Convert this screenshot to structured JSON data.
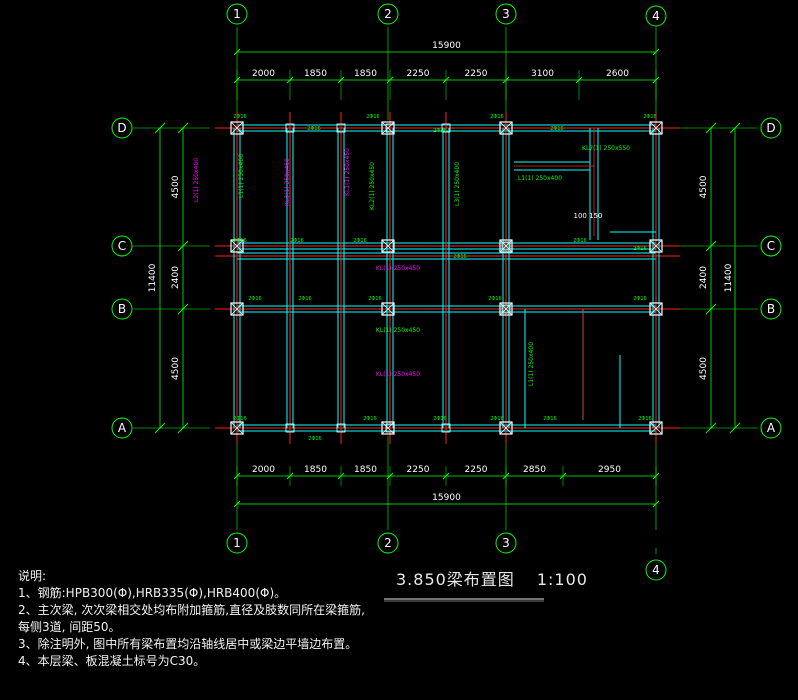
{
  "drawing": {
    "title": "3.850梁布置图",
    "scale": "1:100",
    "axes_x": [
      "1",
      "2",
      "3",
      "4"
    ],
    "axes_y": [
      "D",
      "C",
      "B",
      "A"
    ],
    "top_total": "15900",
    "top_dims": [
      "2000",
      "1850",
      "1850",
      "2250",
      "2250",
      "3100",
      "2600"
    ],
    "bottom_total": "15900",
    "bottom_dims": [
      "2000",
      "1850",
      "1850",
      "2250",
      "2250",
      "2850",
      "2950"
    ],
    "left_dims": [
      "4500",
      "2400",
      "4500"
    ],
    "left_total": "11400",
    "right_dims": [
      "4500",
      "2400",
      "4500"
    ],
    "right_total": "11400",
    "beam_notes": [
      "KL1(1) 250x450",
      "KL2(1) 250x450",
      "KL3(1) 250x450",
      "L1(1) 250x400",
      "L2(1) 250x400",
      "L3(1) 250x400",
      "KL(1) 250x450",
      "KL(1) 250x450",
      "KL(1) 250x450",
      "L1(1) 250x400",
      "L1(1) 250x400",
      "KL7(1) 250x550"
    ],
    "small_label": "100 150"
  },
  "notes": {
    "heading": "说明:",
    "items": [
      "1、钢筋:HPB300(Φ),HRB335(Φ),HRB400(Φ)。",
      "2、主次梁, 次次梁相交处均布附加箍筋,直径及肢数同所在梁箍筋,",
      "   每侧3道, 间距50。",
      "3、除注明外, 图中所有梁布置均沿轴线居中或梁边平墙边布置。",
      "4、本层梁、板混凝土标号为C30。"
    ]
  },
  "colors": {
    "grid_circle": "#00ff00",
    "dim_line": "#00ff00",
    "beam_red": "#ff2020",
    "beam_cyan": "#00ffff",
    "text_green": "#00ff00",
    "text_magenta": "#ff00ff",
    "column": "#ffffff"
  }
}
